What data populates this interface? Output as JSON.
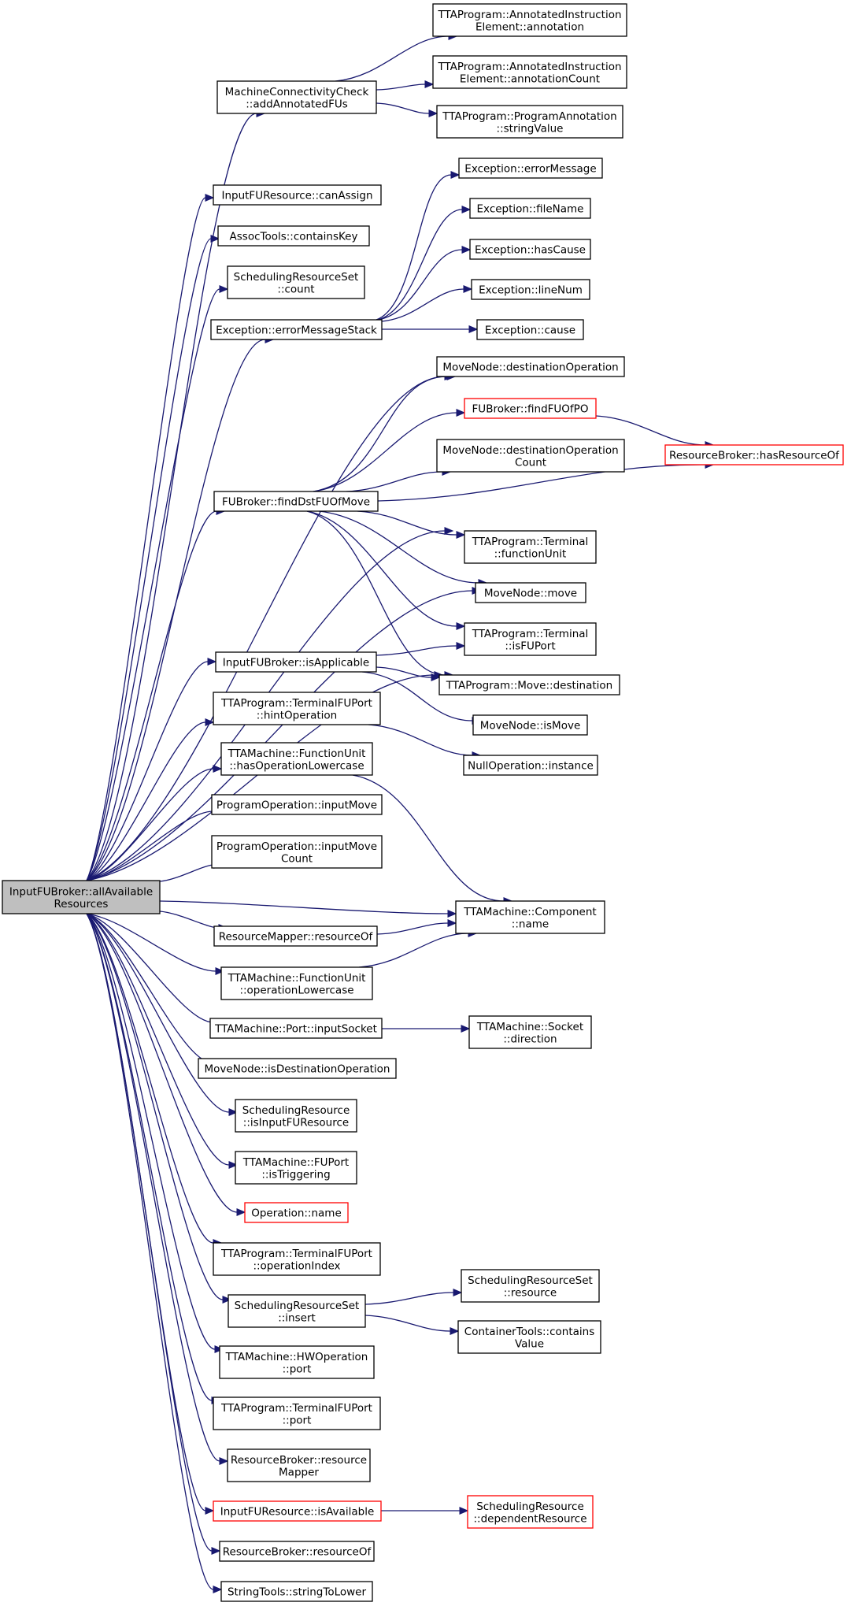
{
  "diagram": {
    "root": "root",
    "nodes": [
      {
        "id": "root",
        "lines": [
          "InputFUBroker::allAvailable",
          "Resources"
        ],
        "style": "root"
      },
      {
        "id": "mcc",
        "lines": [
          "MachineConnectivityCheck",
          "::addAnnotatedFUs"
        ]
      },
      {
        "id": "canAssign",
        "lines": [
          "InputFUResource::canAssign"
        ]
      },
      {
        "id": "containsKey",
        "lines": [
          "AssocTools::containsKey"
        ]
      },
      {
        "id": "srsCount",
        "lines": [
          "SchedulingResourceSet",
          "::count"
        ]
      },
      {
        "id": "ems",
        "lines": [
          "Exception::errorMessageStack"
        ]
      },
      {
        "id": "findDst",
        "lines": [
          "FUBroker::findDstFUOfMove"
        ]
      },
      {
        "id": "isApplicable",
        "lines": [
          "InputFUBroker::isApplicable"
        ]
      },
      {
        "id": "hintOp",
        "lines": [
          "TTAProgram::TerminalFUPort",
          "::hintOperation"
        ]
      },
      {
        "id": "hasOpLower",
        "lines": [
          "TTAMachine::FunctionUnit",
          "::hasOperationLowercase"
        ]
      },
      {
        "id": "inputMove",
        "lines": [
          "ProgramOperation::inputMove"
        ]
      },
      {
        "id": "inputMoveCount",
        "lines": [
          "ProgramOperation::inputMove",
          "Count"
        ]
      },
      {
        "id": "resourceOf",
        "lines": [
          "ResourceMapper::resourceOf"
        ]
      },
      {
        "id": "opLower",
        "lines": [
          "TTAMachine::FunctionUnit",
          "::operationLowercase"
        ]
      },
      {
        "id": "inputSocket",
        "lines": [
          "TTAMachine::Port::inputSocket"
        ]
      },
      {
        "id": "isDestOp",
        "lines": [
          "MoveNode::isDestinationOperation"
        ]
      },
      {
        "id": "isInputFURes",
        "lines": [
          "SchedulingResource",
          "::isInputFUResource"
        ]
      },
      {
        "id": "isTriggering",
        "lines": [
          "TTAMachine::FUPort",
          "::isTriggering"
        ]
      },
      {
        "id": "opName",
        "lines": [
          "Operation::name"
        ],
        "style": "red"
      },
      {
        "id": "opIndex",
        "lines": [
          "TTAProgram::TerminalFUPort",
          "::operationIndex"
        ]
      },
      {
        "id": "srsInsert",
        "lines": [
          "SchedulingResourceSet",
          "::insert"
        ]
      },
      {
        "id": "hwPort",
        "lines": [
          "TTAMachine::HWOperation",
          "::port"
        ]
      },
      {
        "id": "tfuPort",
        "lines": [
          "TTAProgram::TerminalFUPort",
          "::port"
        ]
      },
      {
        "id": "rbMapper",
        "lines": [
          "ResourceBroker::resource",
          "Mapper"
        ]
      },
      {
        "id": "isAvailable",
        "lines": [
          "InputFUResource::isAvailable"
        ],
        "style": "red"
      },
      {
        "id": "rbResourceOf",
        "lines": [
          "ResourceBroker::resourceOf"
        ]
      },
      {
        "id": "strToLower",
        "lines": [
          "StringTools::stringToLower"
        ]
      },
      {
        "id": "annotation",
        "lines": [
          "TTAProgram::AnnotatedInstruction",
          "Element::annotation"
        ]
      },
      {
        "id": "annotationCount",
        "lines": [
          "TTAProgram::AnnotatedInstruction",
          "Element::annotationCount"
        ]
      },
      {
        "id": "stringValue",
        "lines": [
          "TTAProgram::ProgramAnnotation",
          "::stringValue"
        ]
      },
      {
        "id": "errMsg",
        "lines": [
          "Exception::errorMessage"
        ]
      },
      {
        "id": "fileName",
        "lines": [
          "Exception::fileName"
        ]
      },
      {
        "id": "hasCause",
        "lines": [
          "Exception::hasCause"
        ]
      },
      {
        "id": "lineNum",
        "lines": [
          "Exception::lineNum"
        ]
      },
      {
        "id": "cause",
        "lines": [
          "Exception::cause"
        ]
      },
      {
        "id": "destOp",
        "lines": [
          "MoveNode::destinationOperation"
        ]
      },
      {
        "id": "findFUOfPO",
        "lines": [
          "FUBroker::findFUOfPO"
        ],
        "style": "red"
      },
      {
        "id": "destOpCount",
        "lines": [
          "MoveNode::destinationOperation",
          "Count"
        ]
      },
      {
        "id": "hasResourceOf",
        "lines": [
          "ResourceBroker::hasResourceOf"
        ],
        "style": "red"
      },
      {
        "id": "functionUnit",
        "lines": [
          "TTAProgram::Terminal",
          "::functionUnit"
        ]
      },
      {
        "id": "move",
        "lines": [
          "MoveNode::move"
        ]
      },
      {
        "id": "isFUPort",
        "lines": [
          "TTAProgram::Terminal",
          "::isFUPort"
        ]
      },
      {
        "id": "destination",
        "lines": [
          "TTAProgram::Move::destination"
        ]
      },
      {
        "id": "isMove",
        "lines": [
          "MoveNode::isMove"
        ]
      },
      {
        "id": "nullInstance",
        "lines": [
          "NullOperation::instance"
        ]
      },
      {
        "id": "compName",
        "lines": [
          "TTAMachine::Component",
          "::name"
        ]
      },
      {
        "id": "direction",
        "lines": [
          "TTAMachine::Socket",
          "::direction"
        ]
      },
      {
        "id": "srsResource",
        "lines": [
          "SchedulingResourceSet",
          "::resource"
        ]
      },
      {
        "id": "containsValue",
        "lines": [
          "ContainerTools::contains",
          "Value"
        ]
      },
      {
        "id": "dependentRes",
        "lines": [
          "SchedulingResource",
          "::dependentResource"
        ],
        "style": "red"
      }
    ],
    "edges": [
      [
        "root",
        "mcc"
      ],
      [
        "root",
        "canAssign"
      ],
      [
        "root",
        "containsKey"
      ],
      [
        "root",
        "srsCount"
      ],
      [
        "root",
        "ems"
      ],
      [
        "root",
        "destOp"
      ],
      [
        "root",
        "findDst"
      ],
      [
        "root",
        "functionUnit"
      ],
      [
        "root",
        "move"
      ],
      [
        "root",
        "destination"
      ],
      [
        "root",
        "isApplicable"
      ],
      [
        "root",
        "hintOp"
      ],
      [
        "root",
        "hasOpLower"
      ],
      [
        "root",
        "inputMove"
      ],
      [
        "root",
        "inputMoveCount"
      ],
      [
        "root",
        "compName"
      ],
      [
        "root",
        "resourceOf"
      ],
      [
        "root",
        "opLower"
      ],
      [
        "root",
        "inputSocket"
      ],
      [
        "root",
        "isDestOp"
      ],
      [
        "root",
        "isInputFURes"
      ],
      [
        "root",
        "isTriggering"
      ],
      [
        "root",
        "opName"
      ],
      [
        "root",
        "opIndex"
      ],
      [
        "root",
        "srsInsert"
      ],
      [
        "root",
        "hwPort"
      ],
      [
        "root",
        "tfuPort"
      ],
      [
        "root",
        "rbMapper"
      ],
      [
        "root",
        "isAvailable"
      ],
      [
        "root",
        "rbResourceOf"
      ],
      [
        "root",
        "strToLower"
      ],
      [
        "mcc",
        "annotation"
      ],
      [
        "mcc",
        "annotationCount"
      ],
      [
        "mcc",
        "stringValue"
      ],
      [
        "ems",
        "errMsg"
      ],
      [
        "ems",
        "fileName"
      ],
      [
        "ems",
        "hasCause"
      ],
      [
        "ems",
        "lineNum"
      ],
      [
        "ems",
        "cause"
      ],
      [
        "findDst",
        "destOp"
      ],
      [
        "findDst",
        "findFUOfPO"
      ],
      [
        "findDst",
        "destOpCount"
      ],
      [
        "findDst",
        "hasResourceOf"
      ],
      [
        "findDst",
        "functionUnit"
      ],
      [
        "findDst",
        "move"
      ],
      [
        "findDst",
        "isFUPort"
      ],
      [
        "findDst",
        "destination"
      ],
      [
        "findFUOfPO",
        "hasResourceOf"
      ],
      [
        "isApplicable",
        "isFUPort"
      ],
      [
        "isApplicable",
        "destination"
      ],
      [
        "isApplicable",
        "isMove"
      ],
      [
        "hintOp",
        "nullInstance"
      ],
      [
        "hasOpLower",
        "compName"
      ],
      [
        "resourceOf",
        "compName"
      ],
      [
        "opLower",
        "compName"
      ],
      [
        "inputSocket",
        "direction"
      ],
      [
        "srsInsert",
        "srsResource"
      ],
      [
        "srsInsert",
        "containsValue"
      ],
      [
        "isAvailable",
        "dependentRes"
      ]
    ]
  }
}
